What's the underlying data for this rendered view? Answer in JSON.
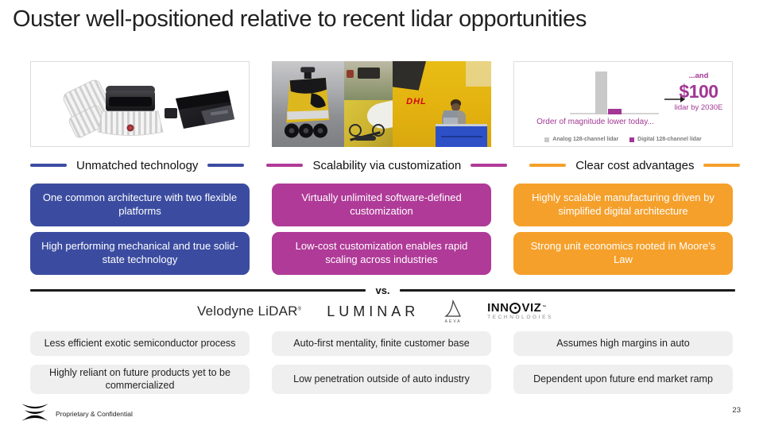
{
  "slide": {
    "title": "Ouster well-positioned relative to recent lidar opportunities",
    "footer": "Proprietary & Confidential",
    "page_number": "23",
    "vs_label": "vs."
  },
  "colors": {
    "blue": "#3B4CA0",
    "magenta": "#B03A98",
    "orange": "#F5A02B",
    "chart_magenta": "#A23795",
    "chart_gray": "#C9C9C9",
    "gray_box": "#EFEFEF",
    "dhl_red": "#D40511"
  },
  "columns": [
    {
      "header": "Unmatched technology",
      "accent": "#3B4CA0",
      "pros": [
        "One common architecture with two flexible platforms",
        "High performing mechanical and true solid-state technology"
      ],
      "cons": [
        "Less efficient exotic semiconductor process",
        "Highly reliant on future products yet to be commercialized"
      ]
    },
    {
      "header": "Scalability via customization",
      "accent": "#B03A98",
      "pros": [
        "Virtually unlimited software-defined customization",
        "Low-cost customization enables rapid scaling across industries"
      ],
      "cons": [
        "Auto-first mentality, finite customer base",
        "Low penetration outside of auto industry"
      ]
    },
    {
      "header": "Clear cost advantages",
      "accent": "#F5A02B",
      "pros": [
        "Highly scalable manufacturing driven by simplified digital architecture",
        "Strong unit economics rooted in Moore’s Law"
      ],
      "cons": [
        "Assumes high margins in auto",
        "Dependent upon future end market ramp"
      ]
    }
  ],
  "competitors": {
    "velodyne": {
      "name": "Velodyne LiDAR",
      "mark": "®"
    },
    "luminar": {
      "name": "LUMINAR"
    },
    "aeva": {
      "name": "AEVA"
    },
    "innoviz": {
      "pre": "INN",
      "post": "VIZ",
      "mark": "™",
      "sub": "TECHNOLOGIES"
    }
  },
  "collage": {
    "dhl_label": "DHL"
  },
  "chart_data": {
    "type": "bar",
    "categories": [
      "Analog 128-channel lidar",
      "Digital 128-channel lidar"
    ],
    "values": [
      10,
      1
    ],
    "ylim": [
      0,
      10
    ],
    "grid": false,
    "legend_position": "bottom",
    "series_colors": [
      "#C9C9C9",
      "#A23795"
    ],
    "caption": "Order of magnitude lower today...",
    "annotation_lead": "...and",
    "annotation_value": "$100",
    "annotation_sub": "lidar by 2030E",
    "legend": [
      "Analog 128-channel lidar",
      "Digital 128-channel lidar"
    ]
  }
}
